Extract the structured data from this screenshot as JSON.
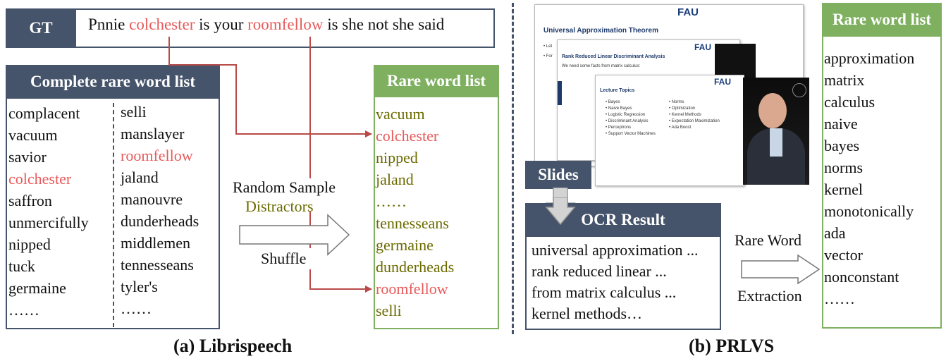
{
  "gt": {
    "label": "GT",
    "parts": [
      "Pnnie ",
      "colchester",
      " is your ",
      "roomfellow",
      " is she not she said"
    ]
  },
  "complete_list": {
    "title": "Complete rare word list",
    "col1": [
      "complacent",
      "vacuum",
      "savior",
      "colchester",
      "saffron",
      "unmercifully",
      "nipped",
      "tuck",
      "germaine",
      "……"
    ],
    "col2": [
      "selli",
      "manslayer",
      "roomfellow",
      "jaland",
      "manouvre",
      "dunderheads",
      "middlemen",
      "tennesseans",
      "tyler's",
      "……"
    ],
    "col1_highlight": [
      3
    ],
    "col2_highlight": [
      2
    ]
  },
  "process": {
    "random_sample": "Random Sample",
    "distractors": "Distractors",
    "shuffle": "Shuffle"
  },
  "rare_list_a": {
    "title": "Rare word list",
    "words": [
      "vacuum",
      "colchester",
      "nipped",
      "jaland",
      "……",
      "tennesseans",
      "germaine",
      "dunderheads",
      "roomfellow",
      "selli"
    ],
    "highlight": [
      1,
      8
    ]
  },
  "caption_a": "(a) Librispeech",
  "slides": {
    "label": "Slides",
    "logo": "FAU",
    "slide1_title": "Universal Approximation Theorem",
    "slide2_title": "Rank Reduced Linear Discriminant Analysis",
    "slide2_line": "We need some facts from matrix calculus:",
    "slide3_title": "Lecture Topics",
    "topics_left": [
      "Bayes",
      "Naive Bayes",
      "Logistic Regression",
      "Discriminant Analysis",
      "Perceptrons",
      "Support Vector Machines"
    ],
    "topics_right": [
      "Norms",
      "Optimization",
      "Kernel Methods",
      "Expectation Maximization",
      "Ada Boost"
    ]
  },
  "ocr": {
    "title": "OCR Result",
    "lines": [
      "universal approximation ...",
      "rank reduced linear ...",
      "from matrix calculus ...",
      "kernel methods…"
    ]
  },
  "extraction": {
    "line1": "Rare Word",
    "line2": "Extraction"
  },
  "rare_list_b": {
    "title": "Rare word list",
    "words": [
      "approximation",
      "matrix",
      "calculus",
      "naive",
      "bayes",
      "norms",
      "kernel",
      "monotonically",
      "ada",
      "vector",
      "nonconstant",
      "……"
    ]
  },
  "caption_b": "(b) PRLVS",
  "colors": {
    "navy": "#46546b",
    "green": "#7fb060",
    "red": "#e85a5a",
    "olive": "#6b6a00",
    "arrow": "#b94a48"
  }
}
